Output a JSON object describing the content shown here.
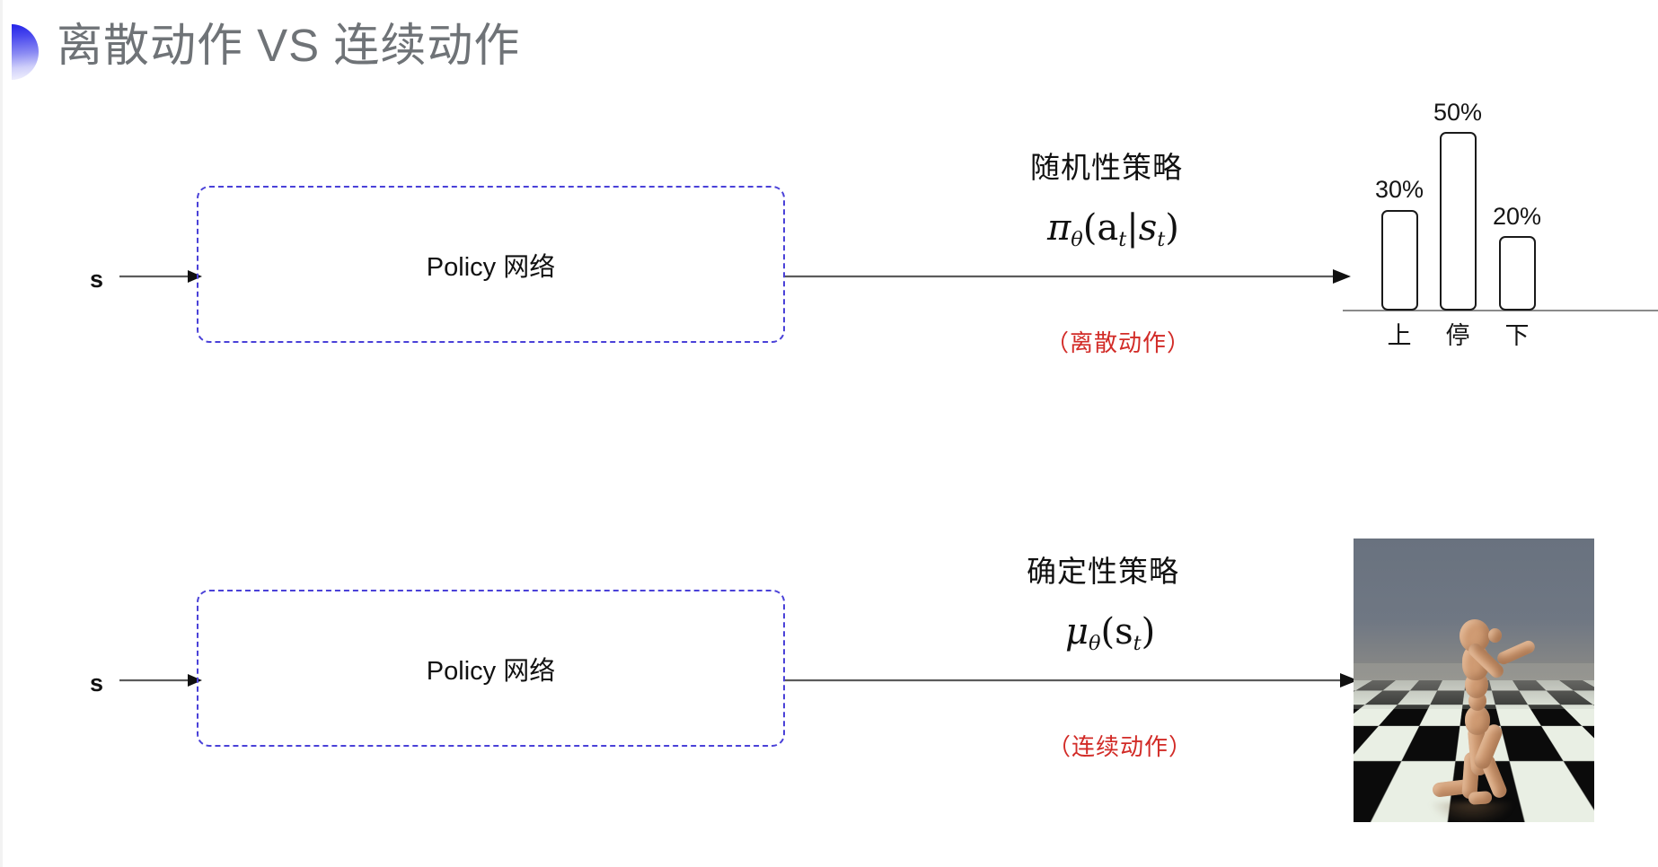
{
  "slide": {
    "title": "离散动作 VS 连续动作",
    "accent_color": "#2424e8",
    "title_color": "#6f7377",
    "note_color": "#d22b27",
    "box_border_color": "#4a41d8"
  },
  "rows": [
    {
      "input_label": "s",
      "box_label": "Policy 网络",
      "policy_type": "随机性策略",
      "formula_base": "π",
      "formula_sub": "θ",
      "formula_args": "(a",
      "formula_args_sub": "t",
      "formula_args_mid": "|s",
      "formula_args_sub2": "t",
      "formula_args_end": ")",
      "action_note": "（离散动作）"
    },
    {
      "input_label": "s",
      "box_label": "Policy 网络",
      "policy_type": "确定性策略",
      "formula_base": "μ",
      "formula_sub": "θ",
      "formula_args": "(s",
      "formula_args_sub": "t",
      "formula_args_end": ")",
      "action_note": "（连续动作）"
    }
  ],
  "chart_data": {
    "type": "bar",
    "title": "",
    "categories": [
      "上",
      "停",
      "下"
    ],
    "values": [
      30,
      50,
      20
    ],
    "value_labels": [
      "30%",
      "50%",
      "20%"
    ],
    "xlabel": "",
    "ylabel": "",
    "ylim": [
      0,
      60
    ],
    "grid": false,
    "legend": "none",
    "bar_fill": "#ffffff",
    "bar_stroke": "#1a1a1a"
  },
  "sim": {
    "name": "humanoid-simulation",
    "description": "MuJoCo humanoid on checkerboard floor"
  }
}
